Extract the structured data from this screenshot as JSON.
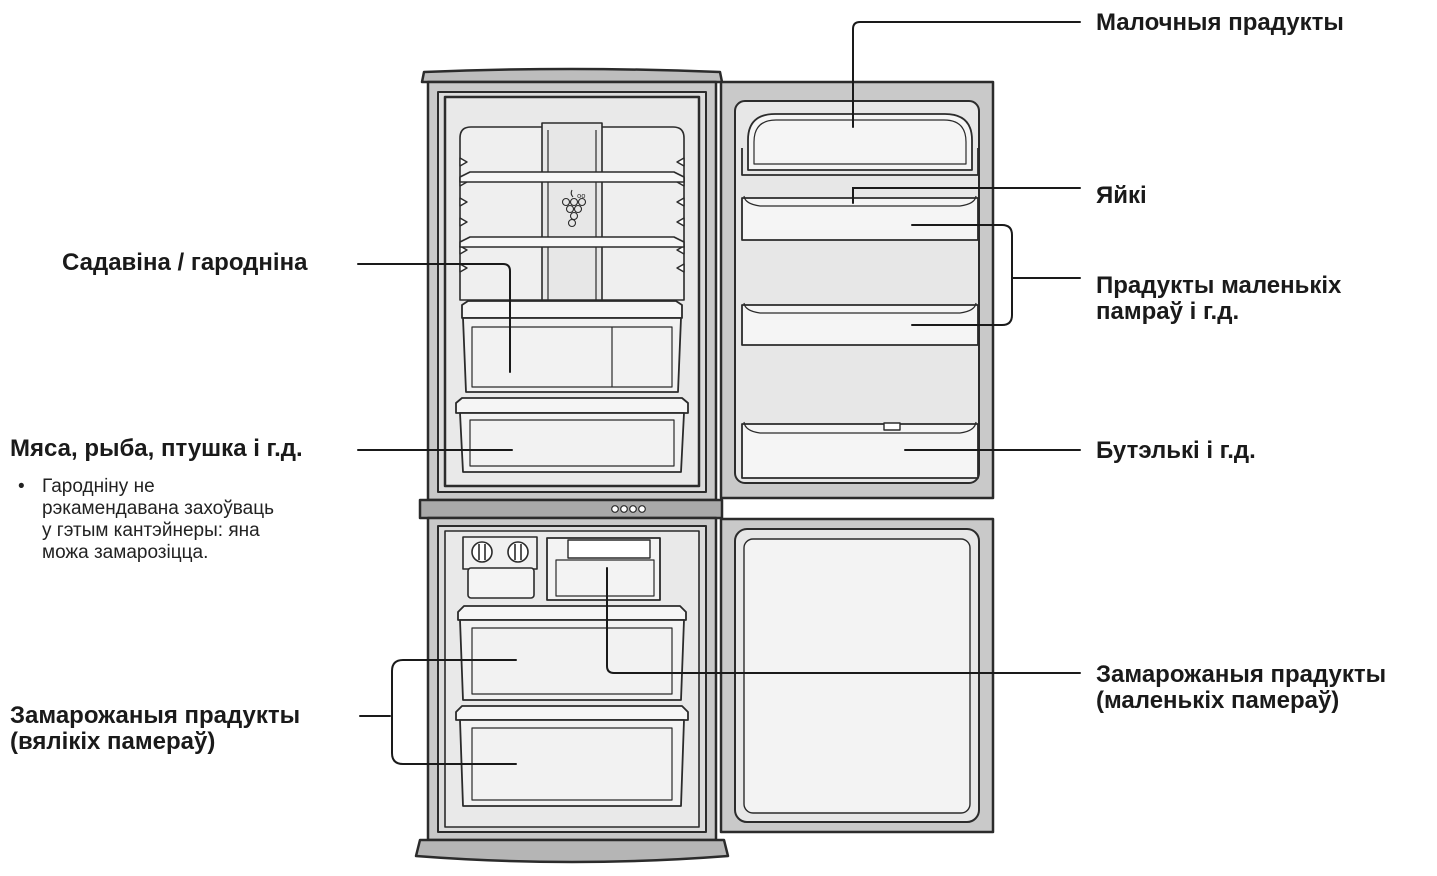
{
  "labels": {
    "dairy": "Малочныя прадукты",
    "eggs": "Яйкі",
    "small_items": [
      "Прадукты маленькіх",
      "памраў і г.д."
    ],
    "bottles": "Бутэлькі і г.д.",
    "fruit_veg": "Садавіна / гародніна",
    "meat_fish": "Мяса, рыба, птушка і г.д.",
    "frozen_small": [
      "Замарожаныя прадукты",
      "(маленькіх памераў)"
    ],
    "frozen_large": [
      "Замарожаныя прадукты",
      "(вялікіх памераў)"
    ]
  },
  "note": {
    "bullet": "•",
    "lines": [
      "Гародніну не",
      "рэкамендавана захоўваць",
      "у гэтым кантэйнеры: яна",
      "можа замарозіцца."
    ]
  },
  "colors": {
    "outline": "#2b2b2b",
    "cabinet": "#c9c9c9",
    "interior": "#eeeeee",
    "shelf": "#f7f7f7",
    "leader": "#1a1a1a"
  }
}
